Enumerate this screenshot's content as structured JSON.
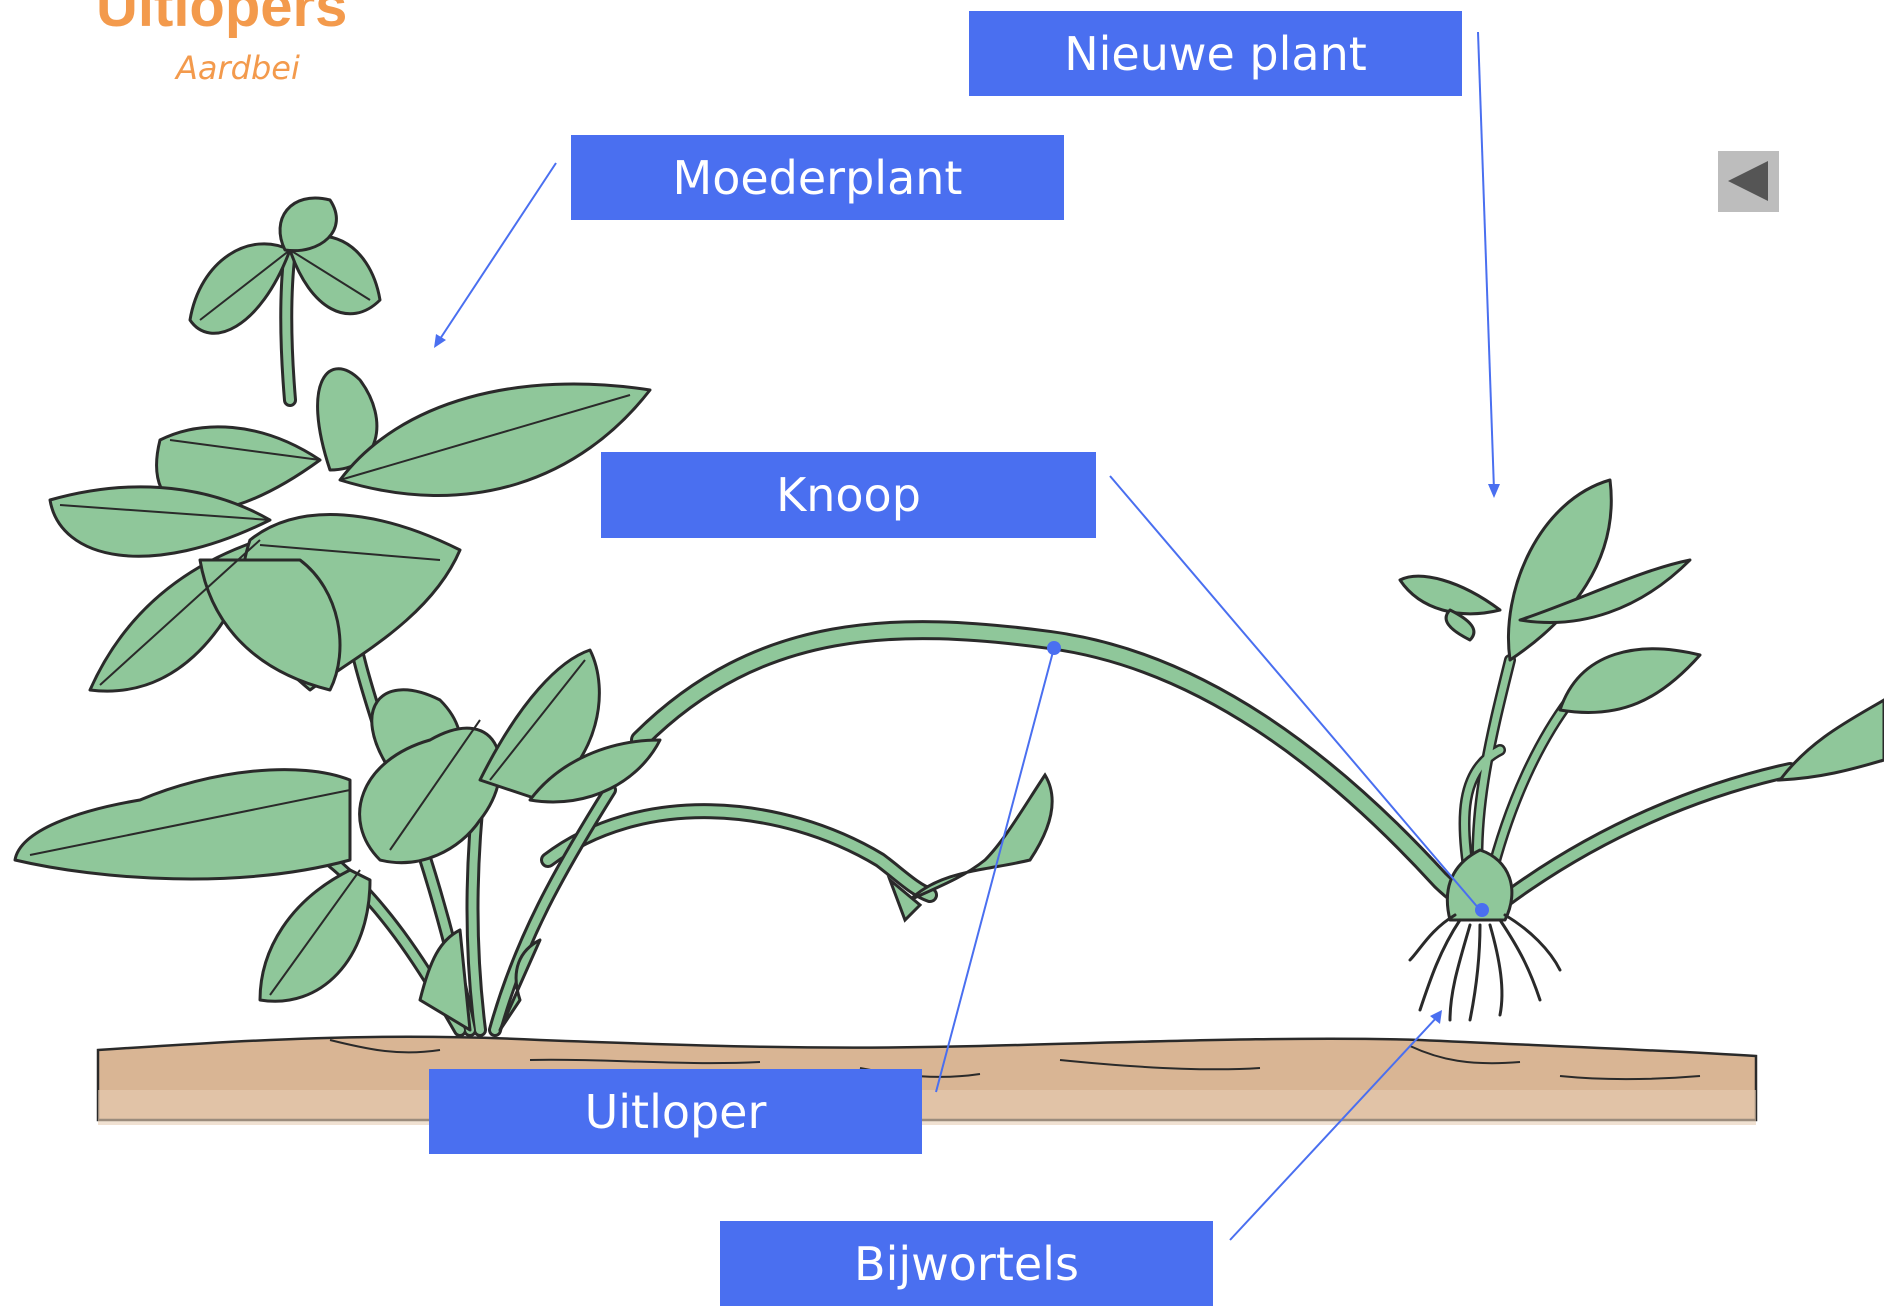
{
  "header": {
    "title": "Uitlopers",
    "subtitle": "Aardbei"
  },
  "labels": {
    "nieuwe_plant": "Nieuwe plant",
    "moederplant": "Moederplant",
    "knoop": "Knoop",
    "uitloper": "Uitloper",
    "bijwortels": "Bijwortels"
  },
  "navigation": {
    "back_icon": "triangle-left-icon"
  },
  "colors": {
    "title": "#f39a4c",
    "label_bg": "#4a6ff0",
    "leaf": "#8fc79a",
    "soil": "#d9b594",
    "pointer": "#4a6ff0"
  }
}
